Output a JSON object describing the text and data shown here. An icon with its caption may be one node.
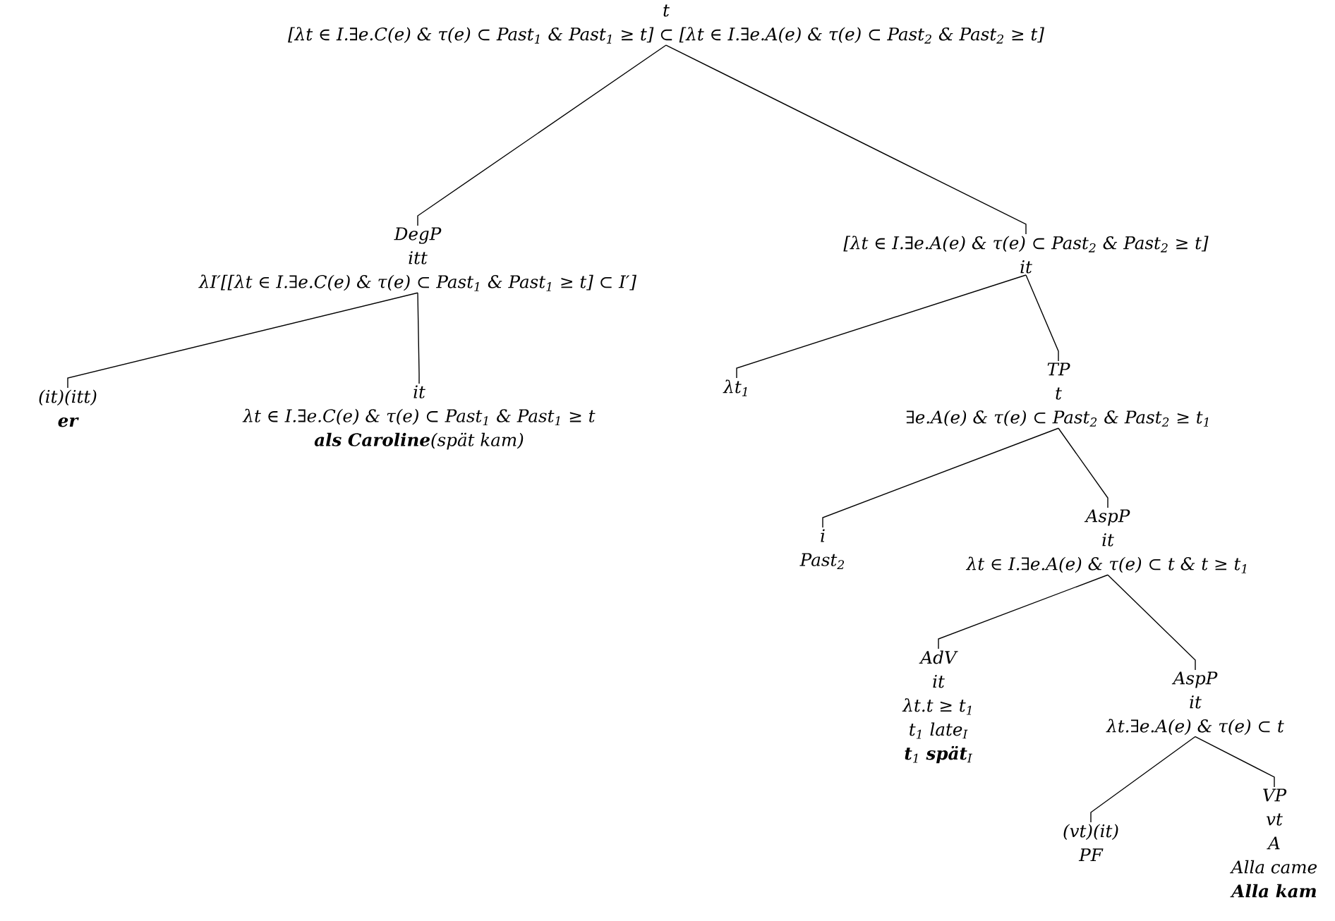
{
  "diagram": {
    "nodes": [
      {
        "text": [
          "t",
          "[λt ∈ I.∃e.C(e) & τ(e) ⊂ Past$_{1}$ & Past$_{1}$ ≥ t] ⊂ [λt ∈ I.∃e.A(e) & τ(e) ⊂ Past$_{2}$ & Past$_{2}$ ≥ t]"
        ]
      },
      {
        "text": [
          "DegP",
          "itt",
          "λI′[[λt ∈ I.∃e.C(e) & τ(e) ⊂ Past$_{1}$ & Past$_{1}$ ≥ t] ⊂ I′]"
        ]
      },
      {
        "text": [
          "[λt ∈ I.∃e.A(e) & τ(e) ⊂ Past$_{2}$ & Past$_{2}$ ≥ t]",
          "it"
        ]
      },
      {
        "text": [
          "(it)(itt)",
          "**er**"
        ]
      },
      {
        "text": [
          "it",
          "λt ∈ I.∃e.C(e) & τ(e) ⊂ Past$_{1}$ & Past$_{1}$ ≥ t",
          "**als Caroline**(spät kam)"
        ]
      },
      {
        "text": [
          "λt$_{1}$"
        ]
      },
      {
        "text": [
          "TP",
          "t",
          "∃e.A(e) & τ(e) ⊂ Past$_{2}$ & Past$_{2}$ ≥ t$_{1}$"
        ]
      },
      {
        "text": [
          "i",
          "Past$_{2}$"
        ]
      },
      {
        "text": [
          "AspP",
          "it",
          "λt ∈ I.∃e.A(e) & τ(e) ⊂ t & t ≥ t$_{1}$"
        ]
      },
      {
        "text": [
          "AdV",
          "it",
          "λt.t ≥ t$_{1}$",
          "t$_{1}$ late$_{I}$",
          "**t**$_{1}$ **spät**$_{I}$"
        ]
      },
      {
        "text": [
          "AspP",
          "it",
          "λt.∃e.A(e) & τ(e) ⊂ t"
        ]
      },
      {
        "text": [
          "(vt)(it)",
          "PF"
        ]
      },
      {
        "text": [
          "VP",
          "vt",
          "A",
          "Alla came",
          "**Alla kam**"
        ]
      }
    ],
    "edges": [
      {
        "from": 0,
        "to": 1,
        "arrow": "none"
      },
      {
        "from": 0,
        "to": 2,
        "arrow": "none"
      },
      {
        "from": 1,
        "to": 3,
        "arrow": "none"
      },
      {
        "from": 1,
        "to": 4,
        "arrow": "none"
      },
      {
        "from": 2,
        "to": 5,
        "arrow": "none"
      },
      {
        "from": 2,
        "to": 6,
        "arrow": "none"
      },
      {
        "from": 6,
        "to": 7,
        "arrow": "none"
      },
      {
        "from": 6,
        "to": 8,
        "arrow": "none"
      },
      {
        "from": 8,
        "to": 9,
        "arrow": "none"
      },
      {
        "from": 8,
        "to": 10,
        "arrow": "none"
      },
      {
        "from": 10,
        "to": 11,
        "arrow": "none"
      },
      {
        "from": 10,
        "to": 12,
        "arrow": "none"
      }
    ]
  }
}
